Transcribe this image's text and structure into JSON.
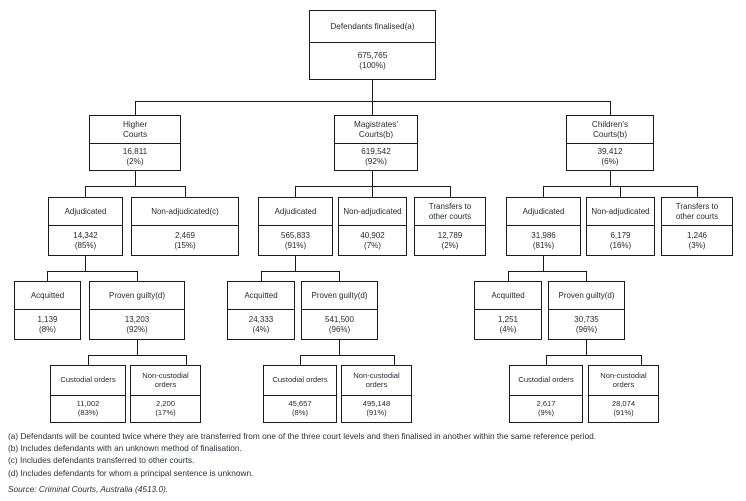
{
  "figure": {
    "levels": [
      {
        "level": 0,
        "nodes": [
          {
            "id": "defendants-finalised",
            "title": "Defendants finalised(a)",
            "value": "675,765",
            "percent": "(100%)"
          }
        ]
      },
      {
        "level": 1,
        "nodes": [
          {
            "id": "higher-courts",
            "title_line1": "Higher",
            "title_line2": "Courts",
            "value": "16,811",
            "percent": "(2%)"
          },
          {
            "id": "magistrates-courts",
            "title_line1": "Magistrates'",
            "title_line2": "Courts(b)",
            "value": "619,542",
            "percent": "(92%)"
          },
          {
            "id": "childrens-courts",
            "title_line1": "Children's",
            "title_line2": "Courts(b)",
            "value": "39,412",
            "percent": "(6%)"
          }
        ]
      },
      {
        "level": 2,
        "nodes": [
          {
            "id": "higher-adjudicated",
            "title": "Adjudicated",
            "value": "14,342",
            "percent": "(85%)"
          },
          {
            "id": "higher-non-adjudicated",
            "title": "Non-adjudicated(c)",
            "value": "2,469",
            "percent": "(15%)"
          },
          {
            "id": "magistrates-adjudicated",
            "title": "Adjudicated",
            "value": "565,833",
            "percent": "(91%)"
          },
          {
            "id": "magistrates-non-adjudicated",
            "title": "Non-adjudicated",
            "value": "40,902",
            "percent": "(7%)"
          },
          {
            "id": "magistrates-transfers",
            "title_line1": "Transfers to",
            "title_line2": "other courts",
            "value": "12,789",
            "percent": "(2%)"
          },
          {
            "id": "childrens-adjudicated",
            "title": "Adjudicated",
            "value": "31,986",
            "percent": "(81%)"
          },
          {
            "id": "childrens-non-adjudicated",
            "title": "Non-adjudicated",
            "value": "6,179",
            "percent": "(16%)"
          },
          {
            "id": "childrens-transfers",
            "title_line1": "Transfers to",
            "title_line2": "other courts",
            "value": "1,246",
            "percent": "(3%)"
          }
        ]
      },
      {
        "level": 3,
        "nodes": [
          {
            "id": "higher-acquitted",
            "title": "Acquitted",
            "value": "1,139",
            "percent": "(8%)"
          },
          {
            "id": "higher-proven-guilty",
            "title": "Proven guilty(d)",
            "value": "13,203",
            "percent": "(92%)"
          },
          {
            "id": "magistrates-acquitted",
            "title": "Acquitted",
            "value": "24,333",
            "percent": "(4%)"
          },
          {
            "id": "magistrates-proven-guilty",
            "title": "Proven guilty(d)",
            "value": "541,500",
            "percent": "(96%)"
          },
          {
            "id": "childrens-acquitted",
            "title": "Acquitted",
            "value": "1,251",
            "percent": "(4%)"
          },
          {
            "id": "childrens-proven-guilty",
            "title": "Proven guilty(d)",
            "value": "30,735",
            "percent": "(96%)"
          }
        ]
      },
      {
        "level": 4,
        "nodes": [
          {
            "id": "higher-custodial",
            "title": "Custodial orders",
            "value": "11,002",
            "percent": "(83%)"
          },
          {
            "id": "higher-non-custodial",
            "title_line1": "Non-custodial",
            "title_line2": "orders",
            "value": "2,200",
            "percent": "(17%)"
          },
          {
            "id": "magistrates-custodial",
            "title": "Custodial orders",
            "value": "45,657",
            "percent": "(8%)"
          },
          {
            "id": "magistrates-non-custodial",
            "title_line1": "Non-custodial",
            "title_line2": "orders",
            "value": "495,148",
            "percent": "(91%)"
          },
          {
            "id": "childrens-custodial",
            "title": "Custodial orders",
            "value": "2,617",
            "percent": "(9%)"
          },
          {
            "id": "childrens-non-custodial",
            "title_line1": "Non-custodial",
            "title_line2": "orders",
            "value": "28,074",
            "percent": "(91%)"
          }
        ]
      }
    ],
    "footnotes": [
      "(a) Defendants will be counted twice where they are transferred from one of the three court levels and then finalised in another within the same reference period.",
      "(b) Includes defendants with an unknown method of finalisation.",
      "(c) Includes defendants transferred to other courts.",
      "(d) Includes defendants for whom a principal sentence is unknown."
    ],
    "source": "Source: Criminal Courts, Australia (4513.0)."
  }
}
